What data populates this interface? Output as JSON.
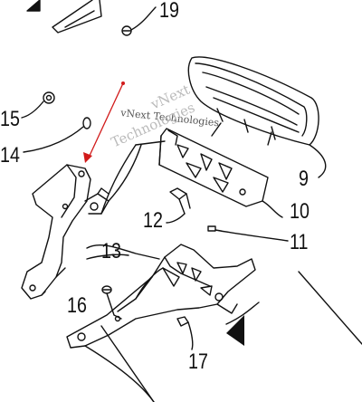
{
  "diagram": {
    "callouts": [
      "19",
      "15",
      "14",
      "9",
      "10",
      "12",
      "11",
      "13",
      "16",
      "17"
    ],
    "watermark": {
      "line1": "vNext Technologies",
      "line2": "vNext",
      "line3": "Technologies"
    },
    "colors": {
      "line": "#111111",
      "arrow": "#d11a1a",
      "background": "#ffffff"
    }
  }
}
